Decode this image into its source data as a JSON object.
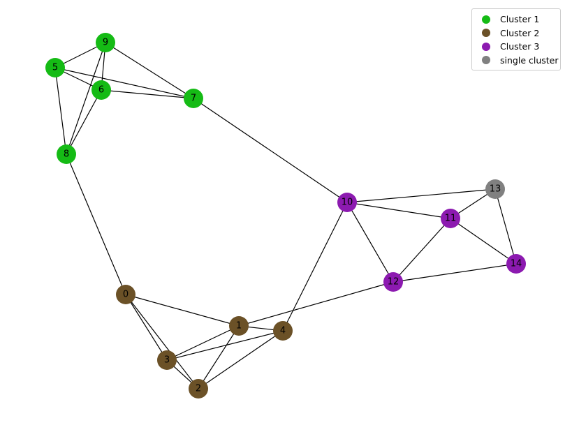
{
  "clusters": [
    {
      "label": "Cluster 1",
      "color": "#15bb15"
    },
    {
      "label": "Cluster 2",
      "color": "#6b5127"
    },
    {
      "label": "Cluster 3",
      "color": "#8c1ab0"
    },
    {
      "label": "single cluster",
      "color": "#808080"
    }
  ],
  "nodes": [
    {
      "id": "0",
      "label": "0",
      "cluster": 1
    },
    {
      "id": "1",
      "label": "1",
      "cluster": 1
    },
    {
      "id": "2",
      "label": "2",
      "cluster": 1
    },
    {
      "id": "3",
      "label": "3",
      "cluster": 1
    },
    {
      "id": "4",
      "label": "4",
      "cluster": 1
    },
    {
      "id": "5",
      "label": "5",
      "cluster": 0
    },
    {
      "id": "6",
      "label": "6",
      "cluster": 0
    },
    {
      "id": "7",
      "label": "7",
      "cluster": 0
    },
    {
      "id": "8",
      "label": "8",
      "cluster": 0
    },
    {
      "id": "9",
      "label": "9",
      "cluster": 0
    },
    {
      "id": "10",
      "label": "10",
      "cluster": 2
    },
    {
      "id": "11",
      "label": "11",
      "cluster": 2
    },
    {
      "id": "12",
      "label": "12",
      "cluster": 2
    },
    {
      "id": "13",
      "label": "13",
      "cluster": 3
    },
    {
      "id": "14",
      "label": "14",
      "cluster": 2
    }
  ],
  "edges": [
    [
      "0",
      "1"
    ],
    [
      "0",
      "3"
    ],
    [
      "0",
      "2"
    ],
    [
      "0",
      "8"
    ],
    [
      "1",
      "3"
    ],
    [
      "1",
      "2"
    ],
    [
      "1",
      "4"
    ],
    [
      "1",
      "12"
    ],
    [
      "3",
      "4"
    ],
    [
      "3",
      "2"
    ],
    [
      "2",
      "4"
    ],
    [
      "4",
      "10"
    ],
    [
      "5",
      "9"
    ],
    [
      "5",
      "6"
    ],
    [
      "5",
      "7"
    ],
    [
      "5",
      "8"
    ],
    [
      "9",
      "6"
    ],
    [
      "9",
      "7"
    ],
    [
      "9",
      "8"
    ],
    [
      "6",
      "7"
    ],
    [
      "6",
      "8"
    ],
    [
      "7",
      "10"
    ],
    [
      "10",
      "13"
    ],
    [
      "10",
      "11"
    ],
    [
      "10",
      "12"
    ],
    [
      "11",
      "13"
    ],
    [
      "11",
      "14"
    ],
    [
      "11",
      "12"
    ],
    [
      "13",
      "14"
    ],
    [
      "12",
      "14"
    ]
  ]
}
